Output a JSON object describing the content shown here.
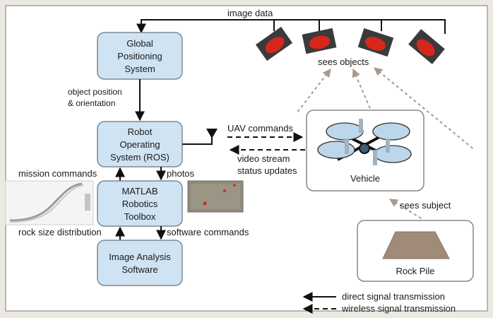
{
  "blocks": {
    "gps": [
      "Global",
      "Positioning",
      "System"
    ],
    "ros": [
      "Robot",
      "Operating",
      "System (ROS)"
    ],
    "matlab": [
      "MATLAB",
      "Robotics",
      "Toolbox"
    ],
    "image_analysis": [
      "Image Analysis",
      "Software"
    ],
    "vehicle": "Vehicle",
    "rock_pile": "Rock Pile"
  },
  "labels": {
    "image_data": "image data",
    "sees_objects": "sees objects",
    "object_position": [
      "object position",
      "& orientation"
    ],
    "uav_commands": "UAV commands",
    "video_stream": [
      "video stream",
      "status updates"
    ],
    "mission_commands": "mission commands",
    "photos": "photos",
    "rock_size": "rock size distribution",
    "software_commands": "software commands",
    "sees_subject": "sees subject"
  },
  "legend": {
    "direct": "direct signal transmission",
    "wireless": "wireless signal transmission"
  },
  "colors": {
    "block_fill": "#cfe3f3",
    "block_stroke": "#7a8a99",
    "camera_red": "#d8261d",
    "rock": "#a08a78",
    "dotted": "#a89a8f"
  }
}
